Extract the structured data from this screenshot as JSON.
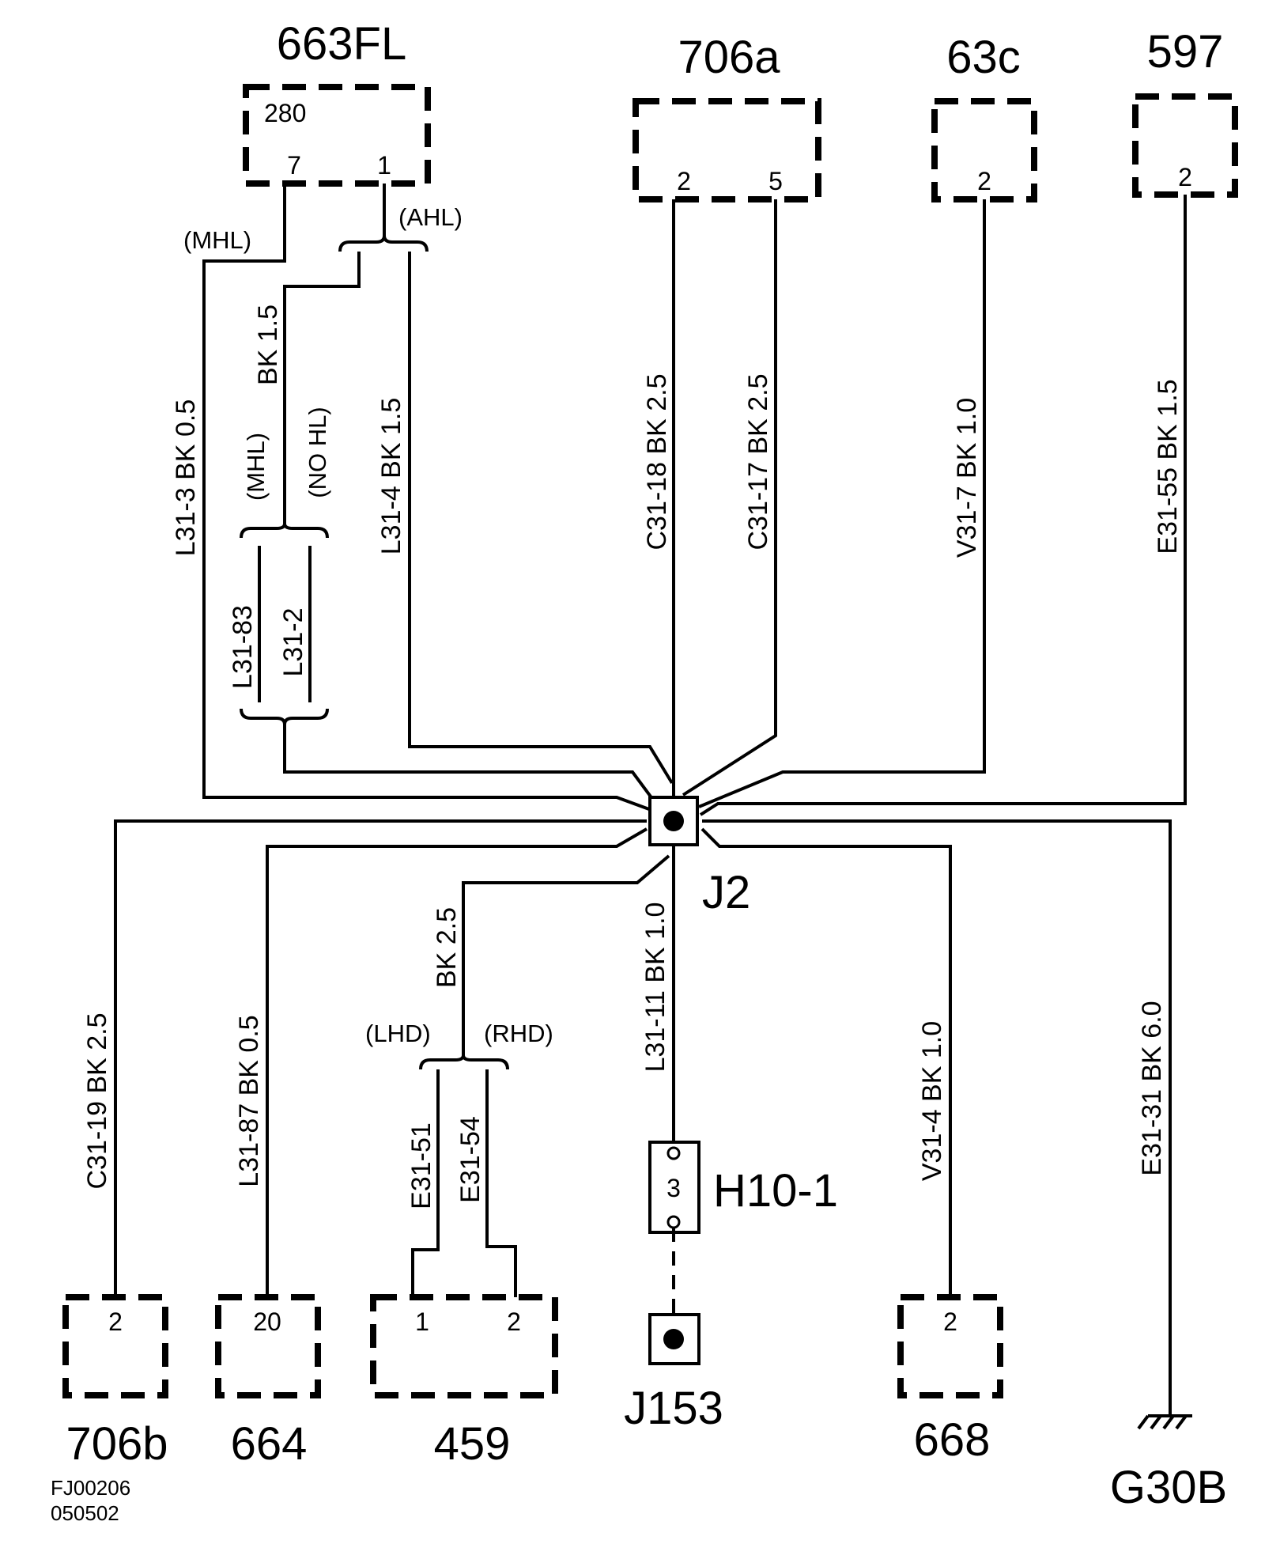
{
  "components": {
    "c663fl": {
      "name": "663FL",
      "inner": "280",
      "pin_a": "7",
      "pin_b": "1"
    },
    "c706a": {
      "name": "706a",
      "pin_a": "2",
      "pin_b": "5"
    },
    "c63c": {
      "name": "63c",
      "pin": "2"
    },
    "c597": {
      "name": "597",
      "pin": "2"
    },
    "c706b": {
      "name": "706b",
      "pin": "2"
    },
    "c664": {
      "name": "664",
      "pin": "20"
    },
    "c459": {
      "name": "459",
      "pin_a": "1",
      "pin_b": "2"
    },
    "c668": {
      "name": "668",
      "pin": "2"
    }
  },
  "splice": {
    "name": "J2"
  },
  "connector_h10": {
    "name": "H10-1",
    "pin": "3"
  },
  "splice_j153": {
    "name": "J153"
  },
  "ground": {
    "name": "G30B"
  },
  "conditions": {
    "mhl": "(MHL)",
    "ahl": "(AHL)",
    "mhl2": "(MHL)",
    "nohl": "(NO HL)",
    "lhd": "(LHD)",
    "rhd": "(RHD)"
  },
  "wires": {
    "l31_3": "L31-3  BK  0.5",
    "bk15_top": "BK  1.5",
    "l31_83": "L31-83",
    "l31_2": "L31-2",
    "l31_4": "L31-4  BK  1.5",
    "c31_18": "C31-18  BK  2.5",
    "c31_17": "C31-17  BK  2.5",
    "v31_7": "V31-7  BK  1.0",
    "e31_55": "E31-55  BK  1.5",
    "c31_19": "C31-19  BK  2.5",
    "l31_87": "L31-87  BK  0.5",
    "bk25": "BK  2.5",
    "e31_51": "E31-51",
    "e31_54": "E31-54",
    "l31_11": "L31-11  BK  1.0",
    "v31_4": "V31-4  BK  1.0",
    "e31_31": "E31-31  BK  6.0"
  },
  "figure_id": {
    "code": "FJ00206",
    "date": "050502"
  }
}
